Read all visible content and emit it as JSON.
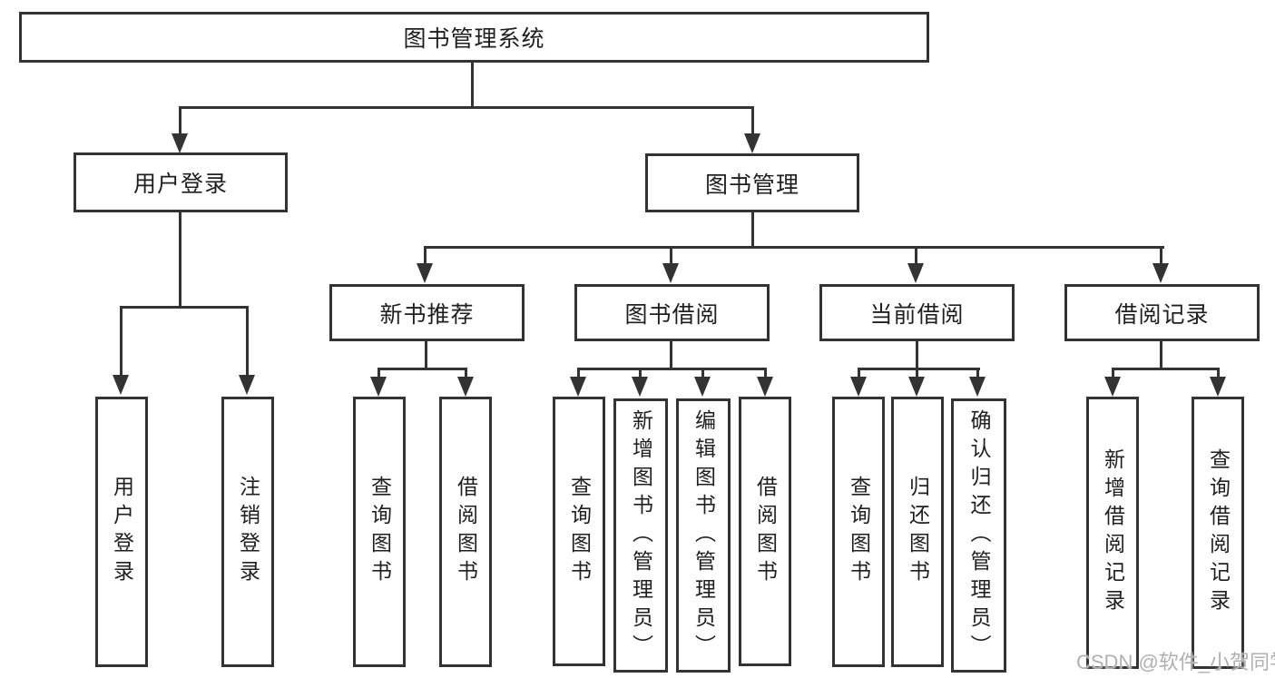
{
  "tree": {
    "root": {
      "label": "图书管理系统"
    },
    "branches": [
      {
        "label": "用户登录",
        "children": [
          {
            "label": "用户登录"
          },
          {
            "label": "注销登录"
          }
        ]
      },
      {
        "label": "图书管理",
        "children": [
          {
            "label": "新书推荐",
            "children": [
              {
                "label": "查询图书"
              },
              {
                "label": "借阅图书"
              }
            ]
          },
          {
            "label": "图书借阅",
            "children": [
              {
                "label": "查询图书"
              },
              {
                "label": "新增图书（管理员）"
              },
              {
                "label": "编辑图书（管理员）"
              },
              {
                "label": "借阅图书"
              }
            ]
          },
          {
            "label": "当前借阅",
            "children": [
              {
                "label": "查询图书"
              },
              {
                "label": "归还图书"
              },
              {
                "label": "确认归还（管理员）"
              }
            ]
          },
          {
            "label": "借阅记录",
            "children": [
              {
                "label": "新增借阅记录"
              },
              {
                "label": "查询借阅记录"
              }
            ]
          }
        ]
      }
    ]
  },
  "watermark": {
    "text": "CSDN @软件_小贺同学"
  },
  "colors": {
    "line": "#333333",
    "text": "#1f1f1f",
    "background": "#ffffff",
    "watermark": "#b0b0b0"
  }
}
